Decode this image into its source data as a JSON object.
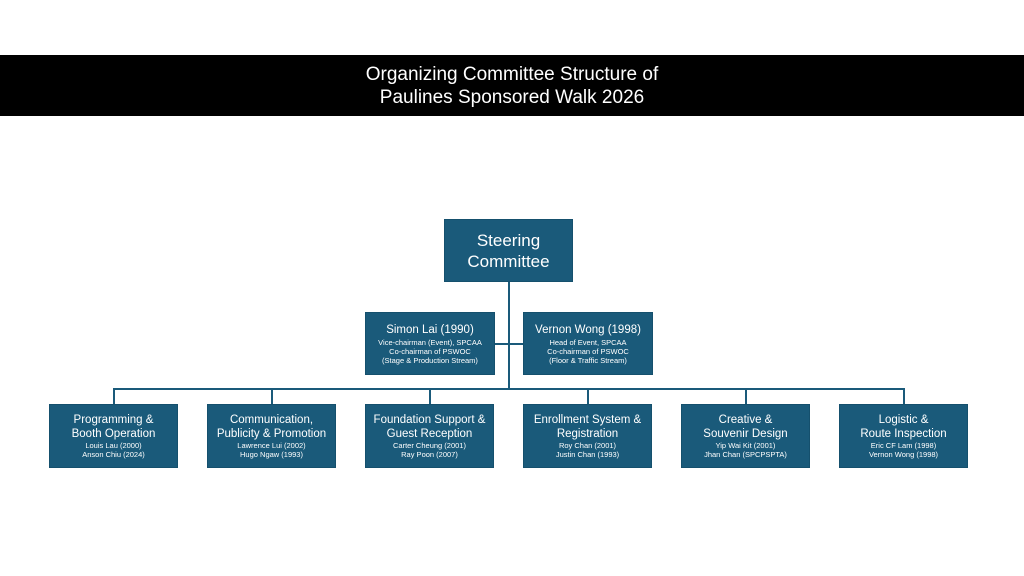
{
  "title": {
    "line1": "Organizing Committee Structure of",
    "line2": "Paulines Sponsored Walk 2026"
  },
  "steering": {
    "line1": "Steering",
    "line2": "Committee"
  },
  "co_chairs": [
    {
      "name": "Simon Lai (1990)",
      "lines": [
        "Vice-chairman (Event), SPCAA",
        "Co-chairman of PSWOC",
        "(Stage & Production Stream)"
      ]
    },
    {
      "name": "Vernon Wong (1998)",
      "lines": [
        "Head of Event, SPCAA",
        "Co-chairman of PSWOC",
        "(Floor & Traffic Stream)"
      ]
    }
  ],
  "teams": [
    {
      "title1": "Programming &",
      "title2": "Booth Operation",
      "members": [
        "Louis Lau (2000)",
        "Anson Chiu (2024)"
      ]
    },
    {
      "title1": "Communication,",
      "title2": "Publicity & Promotion",
      "members": [
        "Lawrence Lui (2002)",
        "Hugo Ngaw (1993)"
      ]
    },
    {
      "title1": "Foundation Support &",
      "title2": "Guest Reception",
      "members": [
        "Carter Cheung (2001)",
        "Ray Poon (2007)"
      ]
    },
    {
      "title1": "Enrollment System &",
      "title2": "Registration",
      "members": [
        "Roy Chan (2001)",
        "Justin Chan (1993)"
      ]
    },
    {
      "title1": "Creative &",
      "title2": "Souvenir Design",
      "members": [
        "Yip Wai Kit (2001)",
        "Jhan Chan (SPCPSPTA)"
      ]
    },
    {
      "title1": "Logistic &",
      "title2": "Route Inspection",
      "members": [
        "Eric CF Lam (1998)",
        "Vernon Wong (1998)"
      ]
    }
  ]
}
